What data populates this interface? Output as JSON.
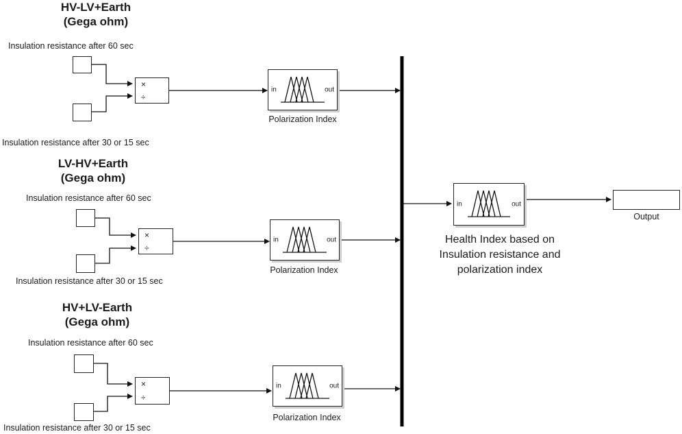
{
  "groups": [
    {
      "title_line1": "HV-LV+Earth",
      "title_line2": "(Gega ohm)",
      "label_60": "Insulation resistance after 60 sec",
      "label_30": "Insulation resistance after 30 or 15 sec",
      "multiply_symbol": "×",
      "divide_symbol": "÷",
      "fis_in": "in",
      "fis_out": "out",
      "fis_label": "Polarization Index"
    },
    {
      "title_line1": "LV-HV+Earth",
      "title_line2": "(Gega ohm)",
      "label_60": "Insulation resistance after 60 sec",
      "label_30": "Insulation resistance after 30 or 15 sec",
      "multiply_symbol": "×",
      "divide_symbol": "÷",
      "fis_in": "in",
      "fis_out": "out",
      "fis_label": "Polarization Index"
    },
    {
      "title_line1": "HV+LV-Earth",
      "title_line2": "(Gega ohm)",
      "label_60": "Insulation resistance after 60 sec",
      "label_30": "Insulation resistance after 30 or 15 sec",
      "multiply_symbol": "×",
      "divide_symbol": "÷",
      "fis_in": "in",
      "fis_out": "out",
      "fis_label": "Polarization Index"
    }
  ],
  "health": {
    "fis_in": "in",
    "fis_out": "out",
    "line1": "Health Index based on",
    "line2": "Insulation resistance and",
    "line3": "polarization index"
  },
  "output": {
    "label": "Output"
  }
}
